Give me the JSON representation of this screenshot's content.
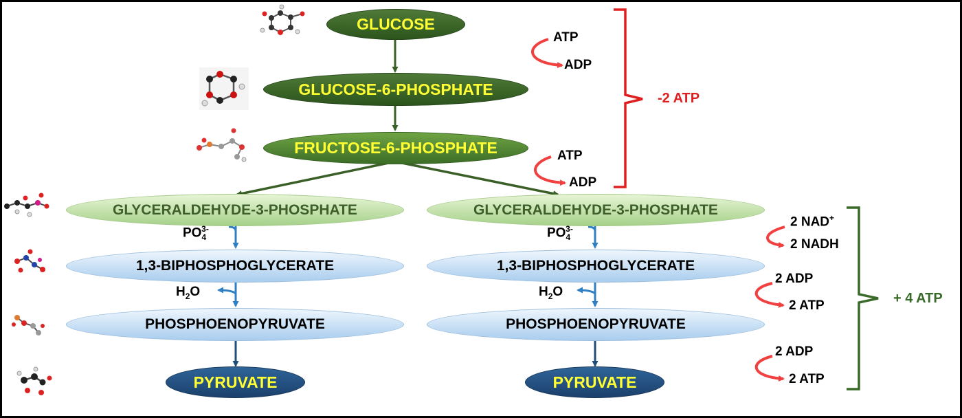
{
  "colors": {
    "forward_arrow": "#3a5f27",
    "step_arrow": "#2f7fc4",
    "pyruvate_arrow": "#1f4e79",
    "cofactor_arrow": "#f04040",
    "investment_brace": "#e02020",
    "payoff_brace": "#3a6a2a"
  },
  "nodes": {
    "glucose": "GLUCOSE",
    "g6p": "GLUCOSE-6-PHOSPHATE",
    "f6p": "FRUCTOSE-6-PHOSPHATE",
    "g3p_left": "GLYCERALDEHYDE-3-PHOSPHATE",
    "g3p_right": "GLYCERALDEHYDE-3-PHOSPHATE",
    "bpg_left": "1,3-BIPHOSPHOGLYCERATE",
    "bpg_right": "1,3-BIPHOSPHOGLYCERATE",
    "pep_left": "PHOSPHOENOPYRUVATE",
    "pep_right": "PHOSPHOENOPYRUVATE",
    "pyr_left": "PYRUVATE",
    "pyr_right": "PYRUVATE"
  },
  "step_labels": {
    "po4": "PO",
    "po4_sub": "4",
    "po4_sup": "3-",
    "h2o_h": "H",
    "h2o_sub": "2",
    "h2o_o": "O"
  },
  "cofactors": {
    "atp1_in": "ATP",
    "atp1_out": "ADP",
    "atp2_in": "ATP",
    "atp2_out": "ADP",
    "nad_in": "2 NAD",
    "nad_in_sup": "+",
    "nad_out": "2 NADH",
    "adp1_in": "2 ADP",
    "adp1_out": "2 ATP",
    "adp2_in": "2 ADP",
    "adp2_out": "2 ATP"
  },
  "summary": {
    "investment": "-2 ATP",
    "payoff": "+ 4 ATP"
  },
  "molecule_icons": [
    "glucose-molecule-icon",
    "glucose-6-phosphate-molecule-icon",
    "fructose-6-phosphate-molecule-icon",
    "glyceraldehyde-3-phosphate-molecule-icon",
    "biphosphoglycerate-molecule-icon",
    "phosphoenolpyruvate-molecule-icon",
    "pyruvate-molecule-icon"
  ]
}
